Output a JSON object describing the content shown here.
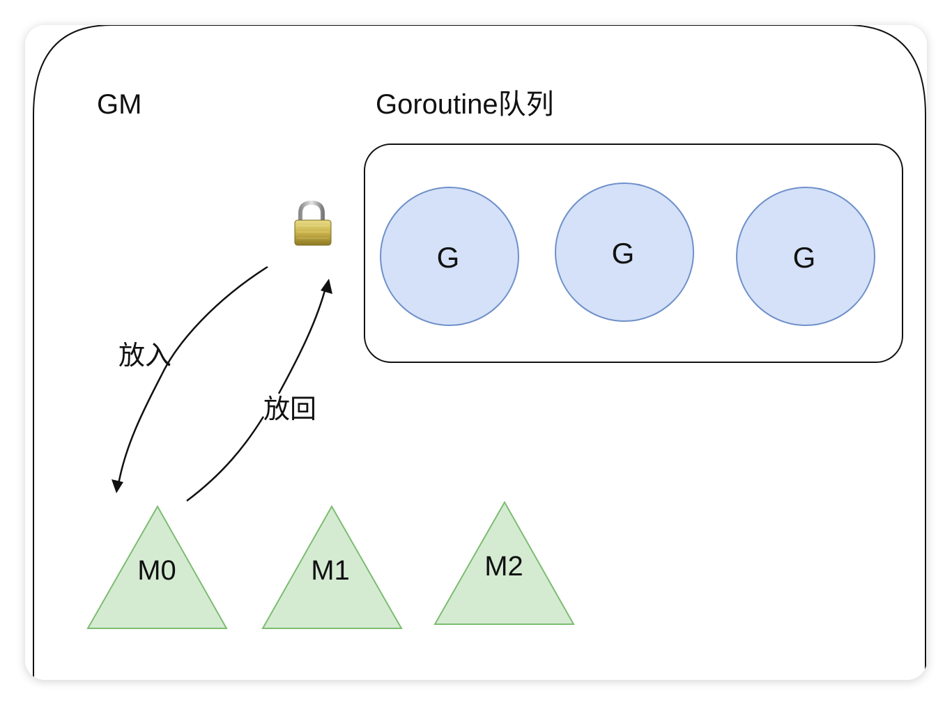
{
  "diagram": {
    "gm_label": "GM",
    "queue_label": "Goroutine队列",
    "goroutines": [
      {
        "label": "G"
      },
      {
        "label": "G"
      },
      {
        "label": "G"
      }
    ],
    "machines": [
      {
        "label": "M0"
      },
      {
        "label": "M1"
      },
      {
        "label": "M2"
      }
    ],
    "arrows": {
      "put_in": "放入",
      "put_back": "放回"
    },
    "lock_icon": "padlock-icon",
    "colors": {
      "goroutine_fill": "#d4e1f8",
      "goroutine_stroke": "#6e8fc9",
      "machine_fill": "#d4ebd2",
      "machine_stroke": "#7cbc70",
      "outline": "#111111"
    }
  }
}
